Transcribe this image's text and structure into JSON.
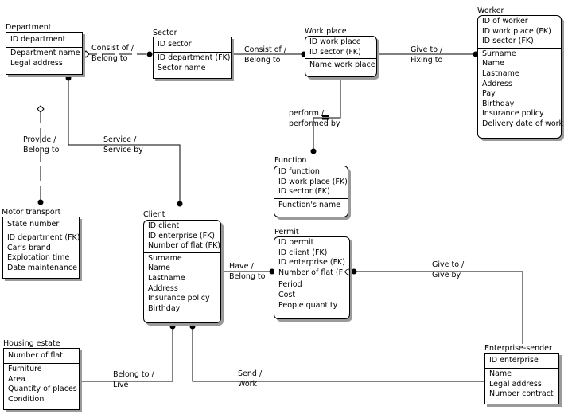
{
  "entities": {
    "department": {
      "name": "Department",
      "keys": [
        "ID department"
      ],
      "attributes": [
        "Department name",
        "Legal address"
      ]
    },
    "sector": {
      "name": "Sector",
      "keys": [
        "ID sector"
      ],
      "attributes": [
        "ID department (FK)",
        "Sector name"
      ]
    },
    "work_place": {
      "name": "Work place",
      "keys": [
        "ID work place",
        "ID sector (FK)"
      ],
      "attributes": [
        "Name work place"
      ]
    },
    "worker": {
      "name": "Worker",
      "keys": [
        "ID of worker",
        "ID work place (FK)",
        "ID sector (FK)"
      ],
      "attributes": [
        "Surname",
        "Name",
        "Lastname",
        "Address",
        "Pay",
        "Birthday",
        "Insurance policy",
        "Delivery date of work"
      ]
    },
    "function": {
      "name": "Function",
      "keys": [
        "ID function",
        "ID work place (FK)",
        "ID sector (FK)"
      ],
      "attributes": [
        "Function's name"
      ]
    },
    "motor_transport": {
      "name": "Motor transport",
      "keys": [
        "State number"
      ],
      "attributes": [
        "ID department (FK)",
        "Car's brand",
        "Explotation time",
        "Date maintenance"
      ]
    },
    "client": {
      "name": "Client",
      "keys": [
        "ID client",
        "ID enterprise (FK)",
        "Number of flat (FK)"
      ],
      "attributes": [
        "Surname",
        "Name",
        "Lastname",
        "Address",
        "Insurance policy",
        "Birthday"
      ]
    },
    "permit": {
      "name": "Permit",
      "keys": [
        "ID permit",
        "ID client (FK)",
        "ID enterprise (FK)",
        "Number of flat (FK)"
      ],
      "attributes": [
        "Period",
        "Cost",
        "People quantity"
      ]
    },
    "housing_estate": {
      "name": "Housing estate",
      "keys": [
        "Number of flat"
      ],
      "attributes": [
        "Furniture",
        "Area",
        "Quantity of places",
        "Condition"
      ]
    },
    "enterprise_sender": {
      "name": "Enterprise-sender",
      "keys": [
        "ID enterprise"
      ],
      "attributes": [
        "Name",
        "Legal address",
        "Number contract"
      ]
    }
  },
  "relationships": {
    "department_sector": {
      "line1": "Consist of /",
      "line2": "Belong to"
    },
    "sector_workplace": {
      "line1": "Consist of /",
      "line2": "Belong to"
    },
    "workplace_worker": {
      "line1": "Give to /",
      "line2": "Fixing to"
    },
    "workplace_function": {
      "line1": "perform /",
      "line2": "performed by"
    },
    "department_transport": {
      "line1": "Provide /",
      "line2": "Belong to"
    },
    "department_client": {
      "line1": "Service /",
      "line2": "Service by"
    },
    "client_permit": {
      "line1": "Have /",
      "line2": "Belong to"
    },
    "permit_enterprise": {
      "line1": "Give to /",
      "line2": "Give by"
    },
    "housing_client": {
      "line1": "Belong to /",
      "line2": "Live"
    },
    "client_enterprise": {
      "line1": "Send /",
      "line2": "Work"
    }
  }
}
